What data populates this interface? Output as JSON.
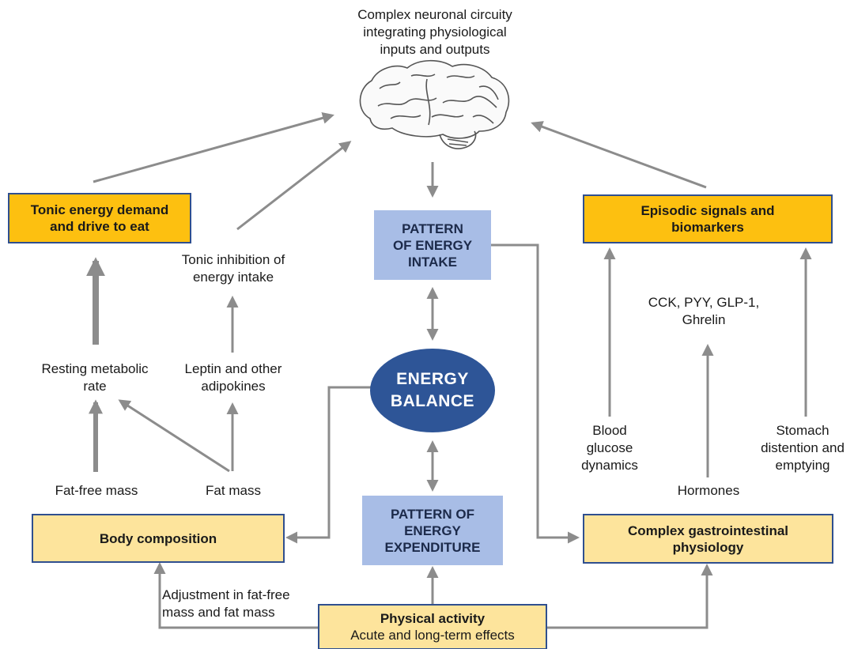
{
  "brain_caption": [
    "Complex neuronal circuity",
    "integrating physiological",
    "inputs and outputs"
  ],
  "boxes": {
    "tonic_energy_demand": [
      "Tonic energy demand",
      "and drive to eat"
    ],
    "episodic_signals": [
      "Episodic signals and",
      "biomarkers"
    ],
    "pattern_intake": [
      "PATTERN",
      "OF ENERGY",
      "INTAKE"
    ],
    "energy_balance": [
      "ENERGY",
      "BALANCE"
    ],
    "pattern_expenditure": [
      "PATTERN OF",
      "ENERGY",
      "EXPENDITURE"
    ],
    "body_composition": "Body composition",
    "complex_gi": [
      "Complex gastrointestinal",
      "physiology"
    ],
    "physical_activity": {
      "title": "Physical activity",
      "subtitle": "Acute and long-term effects"
    }
  },
  "labels": {
    "tonic_inhibition": [
      "Tonic inhibition of",
      "energy intake"
    ],
    "resting_metabolic_rate": [
      "Resting metabolic",
      "rate"
    ],
    "leptin": [
      "Leptin and other",
      "adipokines"
    ],
    "fat_free_mass": "Fat-free mass",
    "fat_mass": "Fat mass",
    "hormone_list": [
      "CCK, PYY, GLP-1,",
      "Ghrelin"
    ],
    "blood_glucose": [
      "Blood",
      "glucose",
      "dynamics"
    ],
    "hormones": "Hormones",
    "stomach": [
      "Stomach",
      "distention and",
      "emptying"
    ],
    "adjustment": [
      "Adjustment in fat-free",
      "mass and fat mass"
    ]
  },
  "colors": {
    "orange_box": "#fdc010",
    "cream_box": "#fde49c",
    "box_border": "#2f4f8f",
    "blue_box": "#a8bde6",
    "ellipse": "#2e5597",
    "arrow": "#8c8c8c"
  }
}
